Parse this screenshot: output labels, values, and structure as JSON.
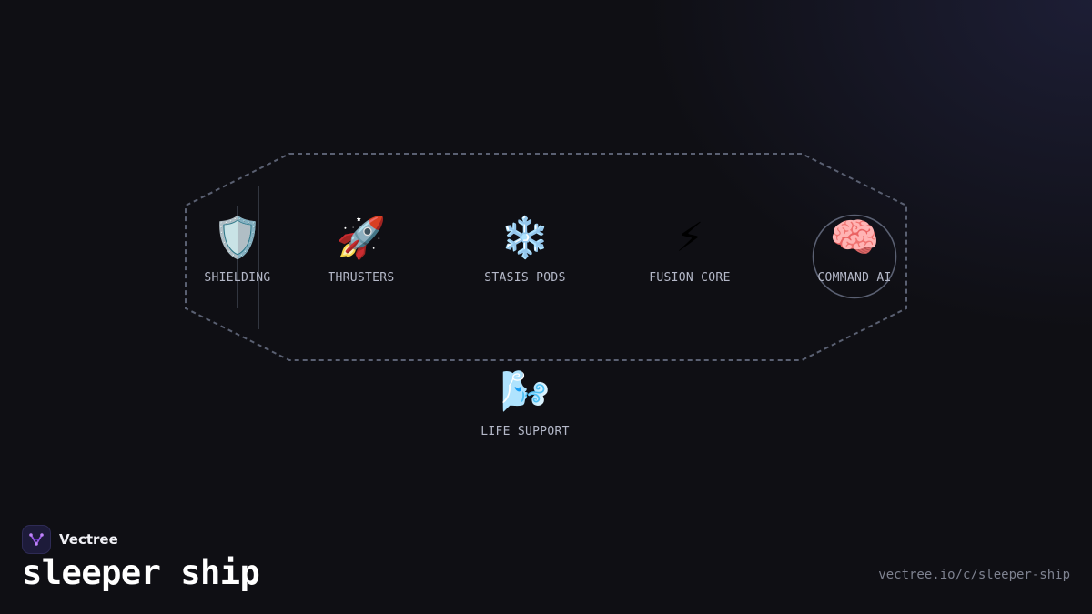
{
  "brand": {
    "name": "Vectree",
    "logo_icon": "vectree-logo-icon"
  },
  "page": {
    "title": "sleeper ship",
    "url": "vectree.io/c/sleeper-ship"
  },
  "diagram": {
    "nodes": [
      {
        "id": "shielding",
        "label": "SHIELDING",
        "icon": "shield-icon",
        "glyph": "🛡️"
      },
      {
        "id": "thrusters",
        "label": "THRUSTERS",
        "icon": "rocket-icon",
        "glyph": "🚀"
      },
      {
        "id": "stasis-pods",
        "label": "STASIS PODS",
        "icon": "snowflake-icon",
        "glyph": "❄️"
      },
      {
        "id": "fusion-core",
        "label": "FUSION CORE",
        "icon": "lightning-icon",
        "glyph": "⚡"
      },
      {
        "id": "command-ai",
        "label": "COMMAND AI",
        "icon": "brain-icon",
        "glyph": "🧠",
        "highlighted": true
      },
      {
        "id": "life-support",
        "label": "LIFE SUPPORT",
        "icon": "wind-face-icon",
        "glyph": "🌬️"
      }
    ],
    "colors": {
      "boundary": "#5a6072",
      "label": "#b4b8c8",
      "highlight_ring": "#5a6072",
      "accent": "#9b5de5"
    }
  }
}
